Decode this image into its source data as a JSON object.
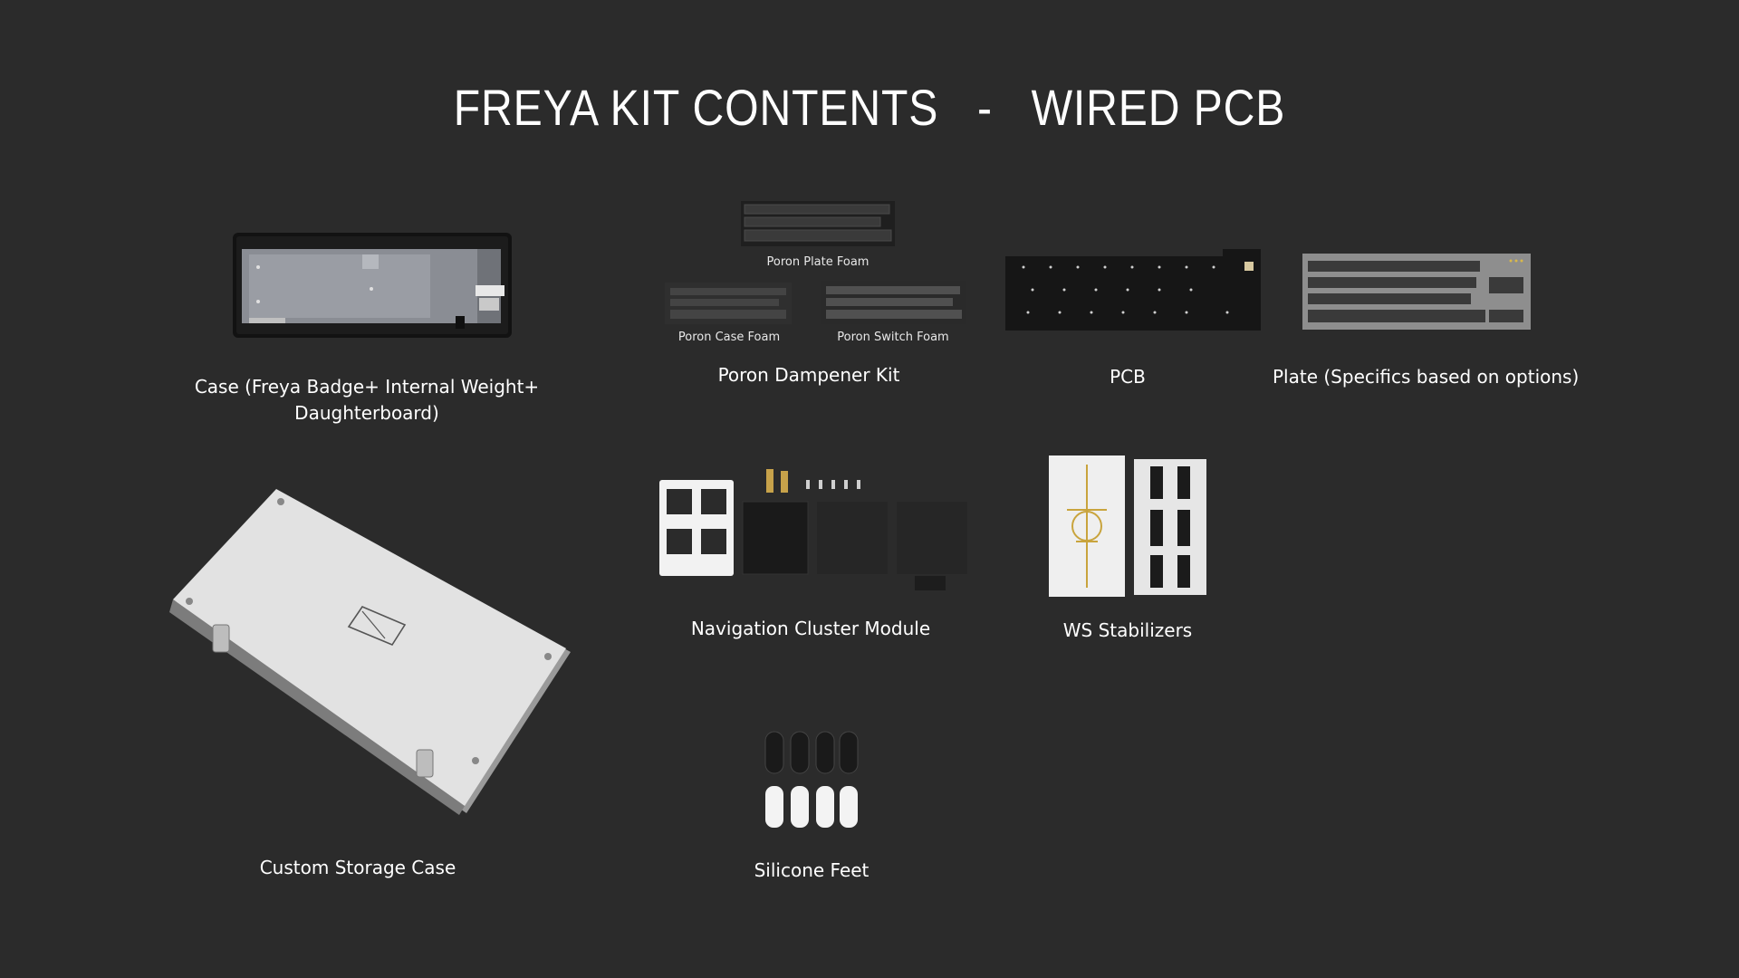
{
  "title": "FREYA KIT CONTENTS   -   WIRED PCB",
  "items": {
    "case": {
      "label_line1": "Case (Freya Badge+ Internal Weight+",
      "label_line2": "Daughterboard)"
    },
    "dampener": {
      "label": "Poron Dampener Kit",
      "plate_foam": "Poron Plate Foam",
      "case_foam": "Poron Case Foam",
      "switch_foam": "Poron Switch Foam"
    },
    "pcb": {
      "label": "PCB"
    },
    "plate": {
      "label": "Plate (Specifics based on options)"
    },
    "storage": {
      "label": "Custom Storage Case"
    },
    "nav": {
      "label": "Navigation Cluster Module"
    },
    "stabs": {
      "label": "WS Stabilizers"
    },
    "feet": {
      "label": "Silicone Feet"
    }
  },
  "colors": {
    "background": "#2b2b2b",
    "text": "#ffffff"
  }
}
